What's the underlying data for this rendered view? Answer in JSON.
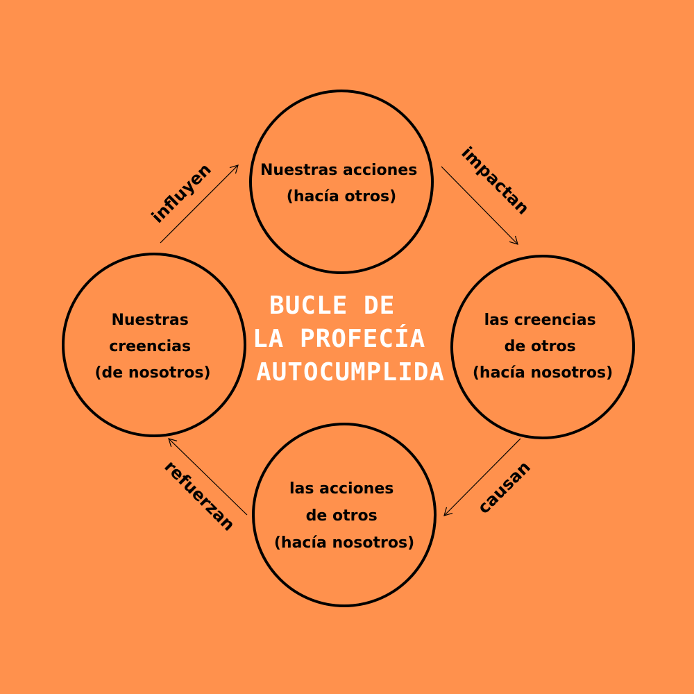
{
  "colors": {
    "background": "#ff914d",
    "node_fill": "#ff914d",
    "stroke": "#000000",
    "title": "#ffffff"
  },
  "title": {
    "lines": [
      "BUCLE DE",
      "LA PROFECÍA",
      "AUTOCUMPLIDA"
    ]
  },
  "nodes": {
    "top": {
      "lines": [
        "Nuestras acciones",
        "(hacía otros)"
      ]
    },
    "right": {
      "lines": [
        "las creencias",
        "de otros",
        "(hacía nosotros)"
      ]
    },
    "bottom": {
      "lines": [
        "las acciones",
        "de otros",
        "(hacía nosotros)"
      ]
    },
    "left": {
      "lines": [
        "Nuestras",
        "creencias",
        "(de nosotros)"
      ]
    }
  },
  "edges": {
    "top_to_right": {
      "label": "impactan"
    },
    "right_to_bottom": {
      "label": "causan"
    },
    "bottom_to_left": {
      "label": "refuerzan"
    },
    "left_to_top": {
      "label": "influyen"
    }
  }
}
